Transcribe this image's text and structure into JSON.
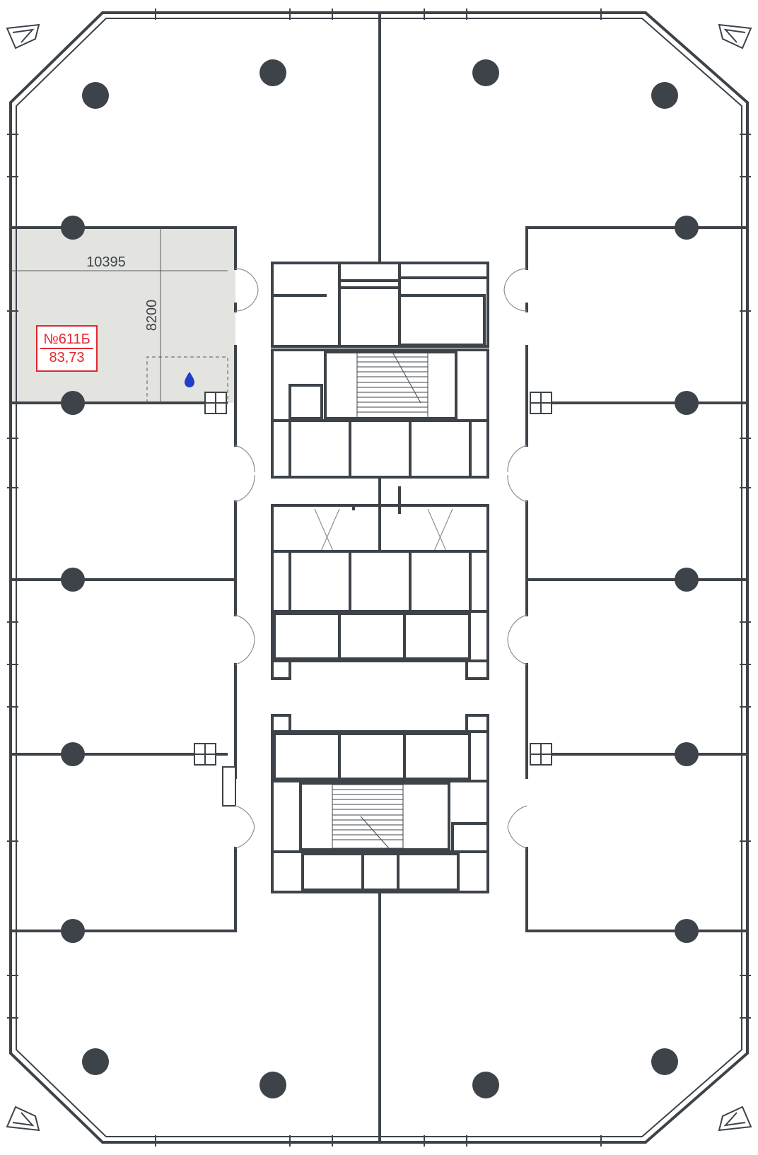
{
  "unit": {
    "number": "№611Б",
    "area": "83,73",
    "highlight_color": "#e3e3e0",
    "label_color": "#e3262e"
  },
  "dimensions": {
    "width_label": "10395",
    "depth_label": "8200"
  },
  "icons": {
    "water_point": "water-drop-icon",
    "north_markers": "compass-arrow-icon"
  },
  "colors": {
    "walls": "#3d4349",
    "water": "#1f3fc9"
  }
}
